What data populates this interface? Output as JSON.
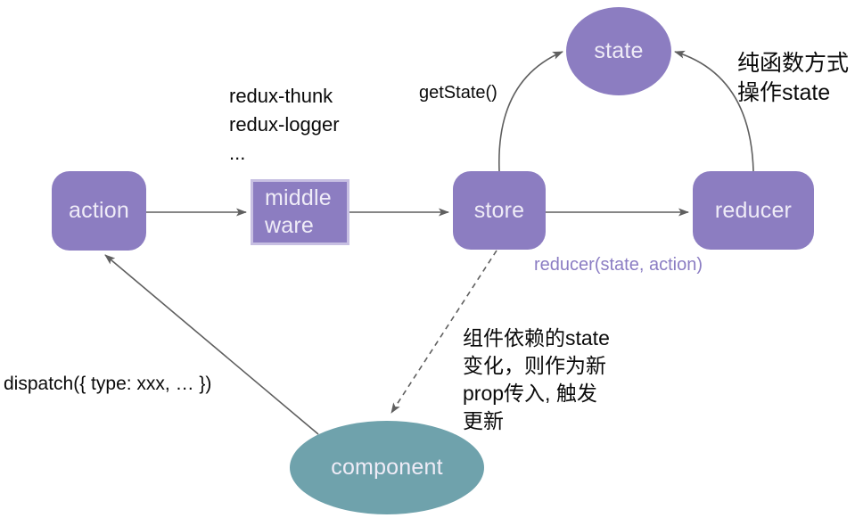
{
  "nodes": {
    "action": "action",
    "middleware": "middle ware",
    "store": "store",
    "reducer": "reducer",
    "state": "state",
    "component": "component"
  },
  "labels": {
    "middleware_examples": "redux-thunk\nredux-logger\n...",
    "get_state": "getState()",
    "pure_function_note": "纯函数方式\n操作state",
    "reducer_call": "reducer(state, action)",
    "dispatch_call": "dispatch({ type: xxx, … })",
    "state_change_note": "组件依赖的state\n变化，则作为新\nprop传入, 触发\n更新"
  },
  "colors": {
    "node_purple": "#8c7dc1",
    "middleware_border": "#c7bfe2",
    "component_teal": "#6fa2ac",
    "node_text": "#efecf7",
    "edge_gray": "#5f5f5f",
    "reducer_call_text": "#8b7dc3"
  }
}
